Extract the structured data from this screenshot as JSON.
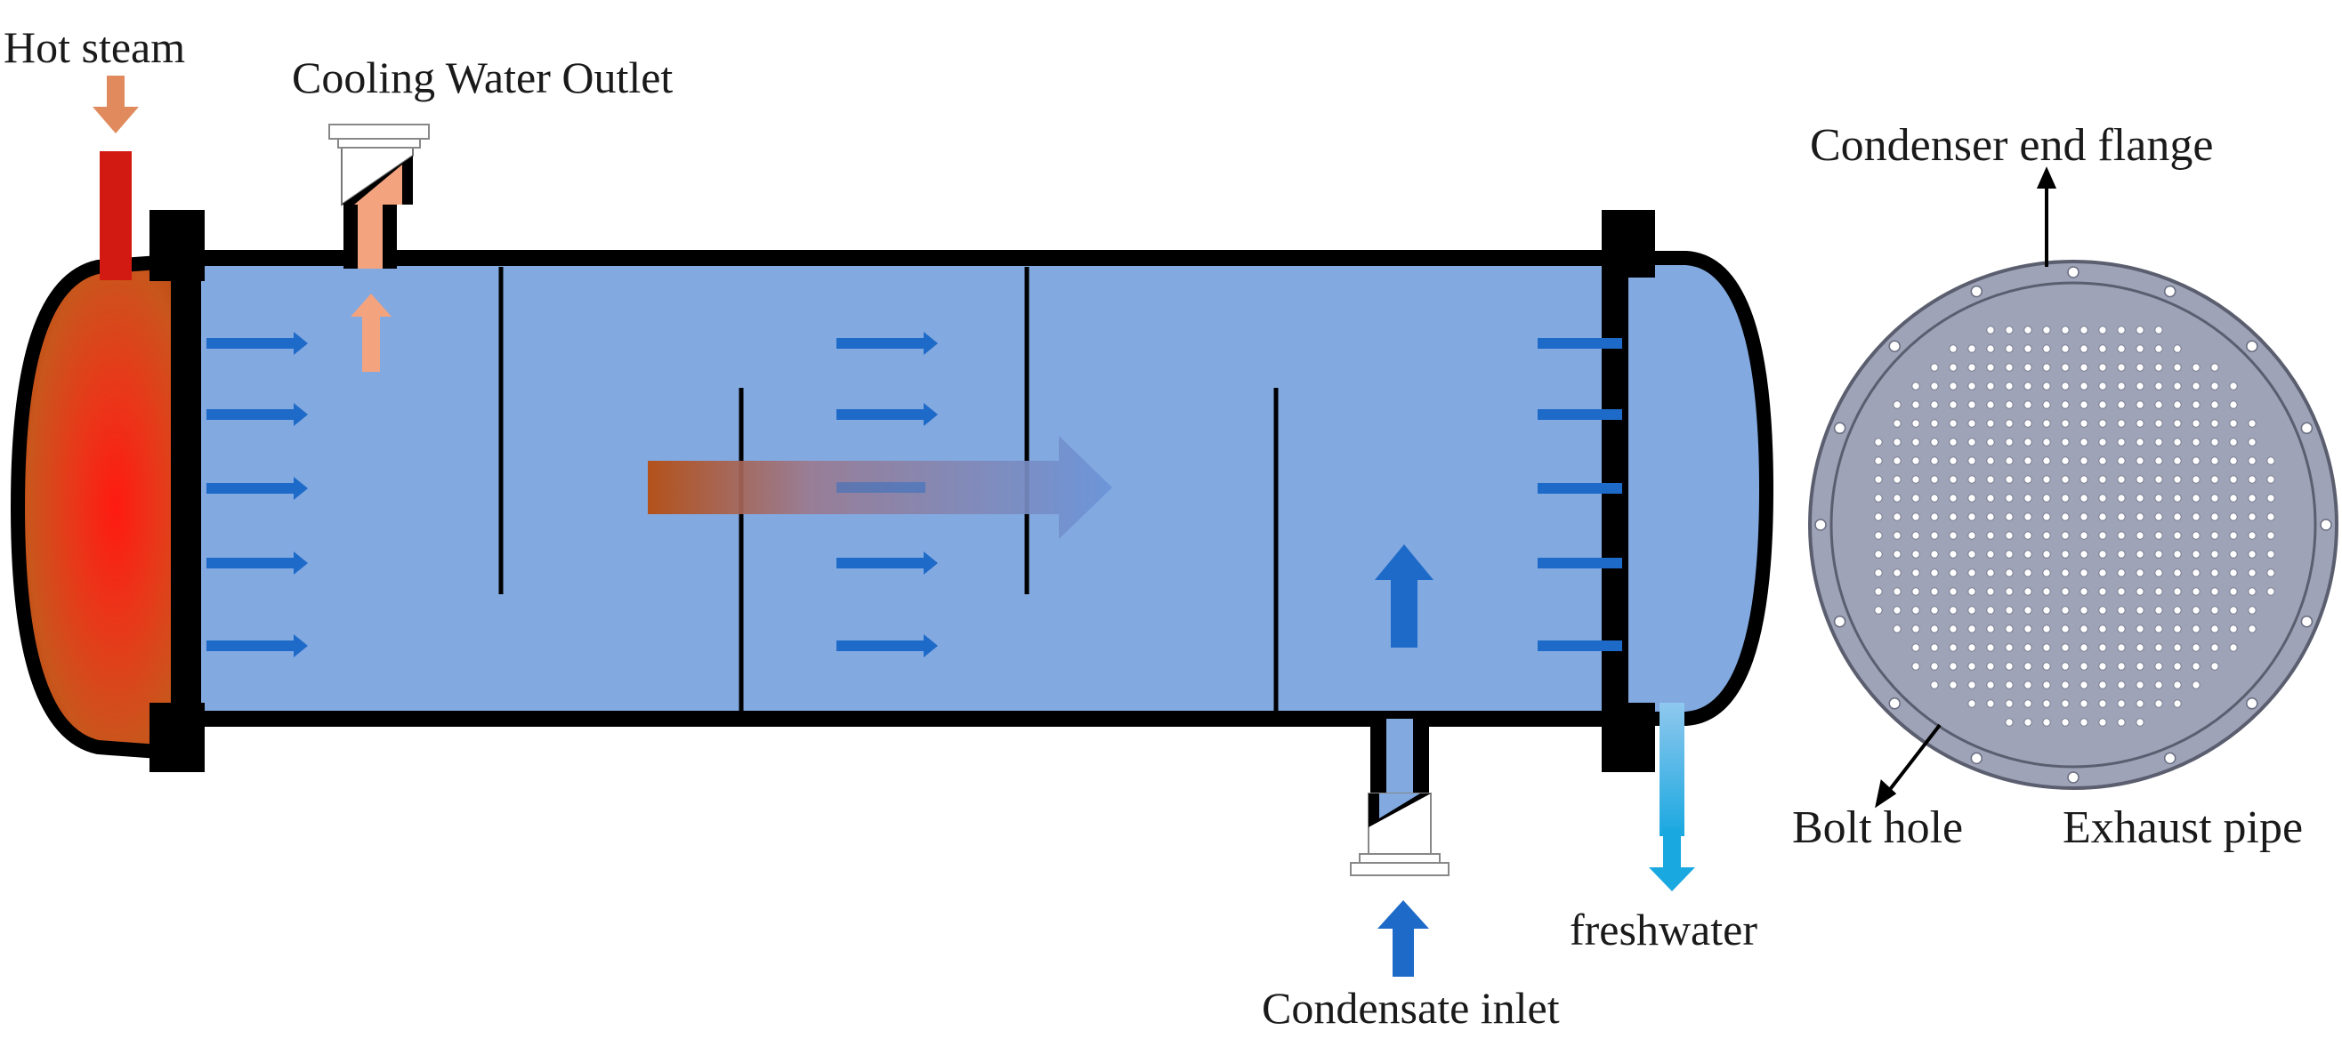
{
  "labels": {
    "hot_steam": "Hot steam",
    "cooling_water_outlet": "Cooling Water Outlet",
    "condenser_end_flange": "Condenser end flange",
    "bolt_hole": "Bolt hole",
    "exhaust_pipe": "Exhaust pipe",
    "freshwater": "freshwater",
    "condensate_inlet": "Condensate inlet"
  },
  "colors": {
    "shell_outline": "#000000",
    "water_fill": "#82a9e0",
    "hot_steam_pipe": "#d21a12",
    "hot_core": "#ff1a10",
    "hot_edge": "#b34d10",
    "tube_line": "#d9855e",
    "cooling_water_arrow": "#f4a37f",
    "flow_arrow_blue": "#1e6ac8",
    "freshwater_outlet": "#1aa8e0",
    "flange_fill": "#9ea3b8",
    "flange_edge": "#5a5e6e",
    "bolt_hole_fill": "#ffffff"
  }
}
